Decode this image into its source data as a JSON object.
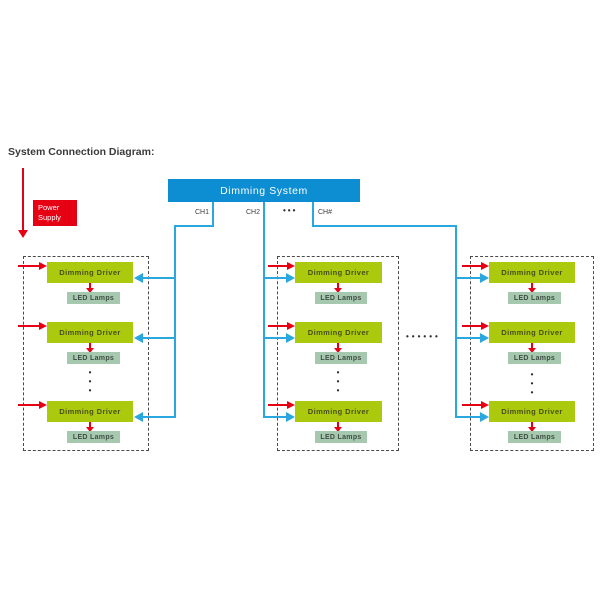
{
  "title": "System Connection Diagram:",
  "power_supply": {
    "label": "Power Supply"
  },
  "dimming_system": {
    "label": "Dimming  System"
  },
  "channels": {
    "ch1": "CH1",
    "ch2": "CH2",
    "dots": "•••",
    "chn": "CH#"
  },
  "labels": {
    "driver": "Dimming  Driver",
    "lamps": "LED  Lamps"
  },
  "separators": {
    "horizontal_dots": "••••••",
    "vertical_dots": "•\n•\n•"
  },
  "colors": {
    "system_blue": "#0e8ed2",
    "line_blue": "#2ba7e0",
    "red": "#e60014",
    "driver_green": "#abca0d",
    "lamps_sage": "#a6c8ae",
    "dashed_border": "#4a4a4a",
    "text_dark": "#3b3b3b"
  }
}
